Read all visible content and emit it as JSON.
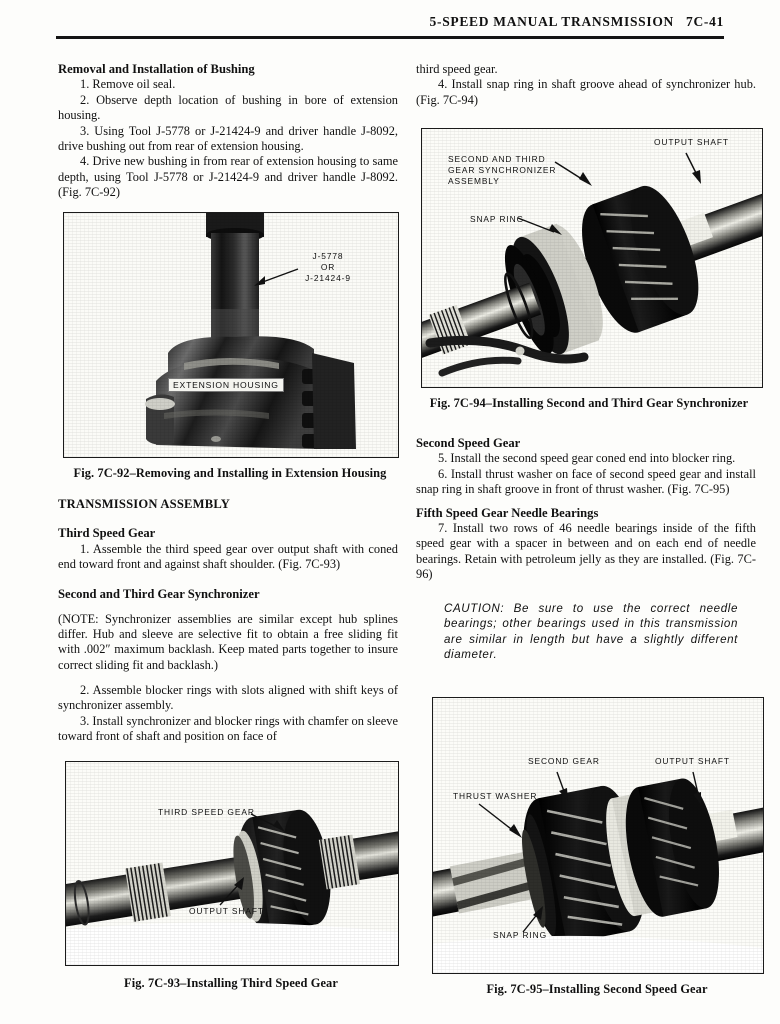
{
  "header": {
    "title": "5-SPEED MANUAL TRANSMISSION",
    "page_number": "7C-41"
  },
  "left_column": {
    "heading_bushing": "Removal and Installation of Bushing",
    "step_1": "1. Remove oil seal.",
    "step_2": "2. Observe depth location of bushing in bore of extension housing.",
    "step_3": "3. Using Tool J-5778 or J-21424-9 and driver handle J-8092, drive bushing out from rear of extension housing.",
    "step_4": "4. Drive new bushing in from rear of extension housing to same depth, using Tool J-5778 or J-21424-9 and driver handle J-8092. (Fig. 7C-92)",
    "heading_assembly": "TRANSMISSION ASSEMBLY",
    "heading_third_speed_gear": "Third Speed Gear",
    "third_step_1": "1. Assemble the third speed gear over output shaft with coned end toward front and against shaft shoulder. (Fig. 7C-93)",
    "heading_synchronizer": "Second and Third Gear Synchronizer",
    "note": "(NOTE: Synchronizer assemblies are similar except hub splines differ. Hub and sleeve are selective fit to obtain a free sliding fit with .002″ maximum backlash. Keep mated parts together to insure correct sliding fit and backlash.)",
    "sync_step_2": "2. Assemble blocker rings with slots aligned with shift keys of synchronizer assembly.",
    "sync_step_3": "3. Install synchronizer and blocker rings with chamfer on sleeve toward front of shaft and position on face of"
  },
  "right_column": {
    "continuation": "third speed gear.",
    "step_4": "4. Install snap ring in shaft groove ahead of synchronizer hub. (Fig. 7C-94)",
    "heading_second_speed_gear": "Second Speed Gear",
    "step_5": "5. Install the second speed gear coned end into blocker ring.",
    "step_6": "6. Install thrust washer on face of second speed gear and install snap ring in shaft groove in front of thrust washer. (Fig. 7C-95)",
    "heading_needle_bearings": "Fifth Speed Gear Needle Bearings",
    "step_7": "7. Install two rows of 46 needle bearings inside of the fifth speed gear with a spacer in between and on each end of needle bearings. Retain with petroleum jelly as they are installed. (Fig. 7C-96)",
    "caution": "CAUTION: Be sure to use the correct needle bearings; other bearings used in this transmission are similar in length but have a slightly different diameter."
  },
  "figures": {
    "fig_7c92": {
      "caption": "Fig. 7C-92–Removing and Installing in Extension Housing",
      "callouts": {
        "tool_line1": "J-5778",
        "tool_line2": "OR",
        "tool_line3": "J-21424-9",
        "housing_tag": "EXTENSION HOUSING"
      }
    },
    "fig_7c94": {
      "caption": "Fig. 7C-94–Installing Second and Third Gear Synchronizer",
      "callouts": {
        "synchronizer": "SECOND AND THIRD GEAR SYNCHRONIZER ASSEMBLY",
        "output_shaft": "OUTPUT SHAFT",
        "snap_ring": "SNAP RING"
      }
    },
    "fig_7c93": {
      "caption": "Fig. 7C-93–Installing Third Speed Gear",
      "callouts": {
        "third_speed_gear": "THIRD SPEED GEAR",
        "output_shaft": "OUTPUT SHAFT"
      }
    },
    "fig_7c95": {
      "caption": "Fig. 7C-95–Installing Second Speed Gear",
      "callouts": {
        "second_gear": "SECOND GEAR",
        "output_shaft": "OUTPUT SHAFT",
        "thrust_washer": "THRUST WASHER",
        "snap_ring": "SNAP RING"
      }
    }
  },
  "colors": {
    "ink": "#141414",
    "paper": "#fdfdfb"
  }
}
